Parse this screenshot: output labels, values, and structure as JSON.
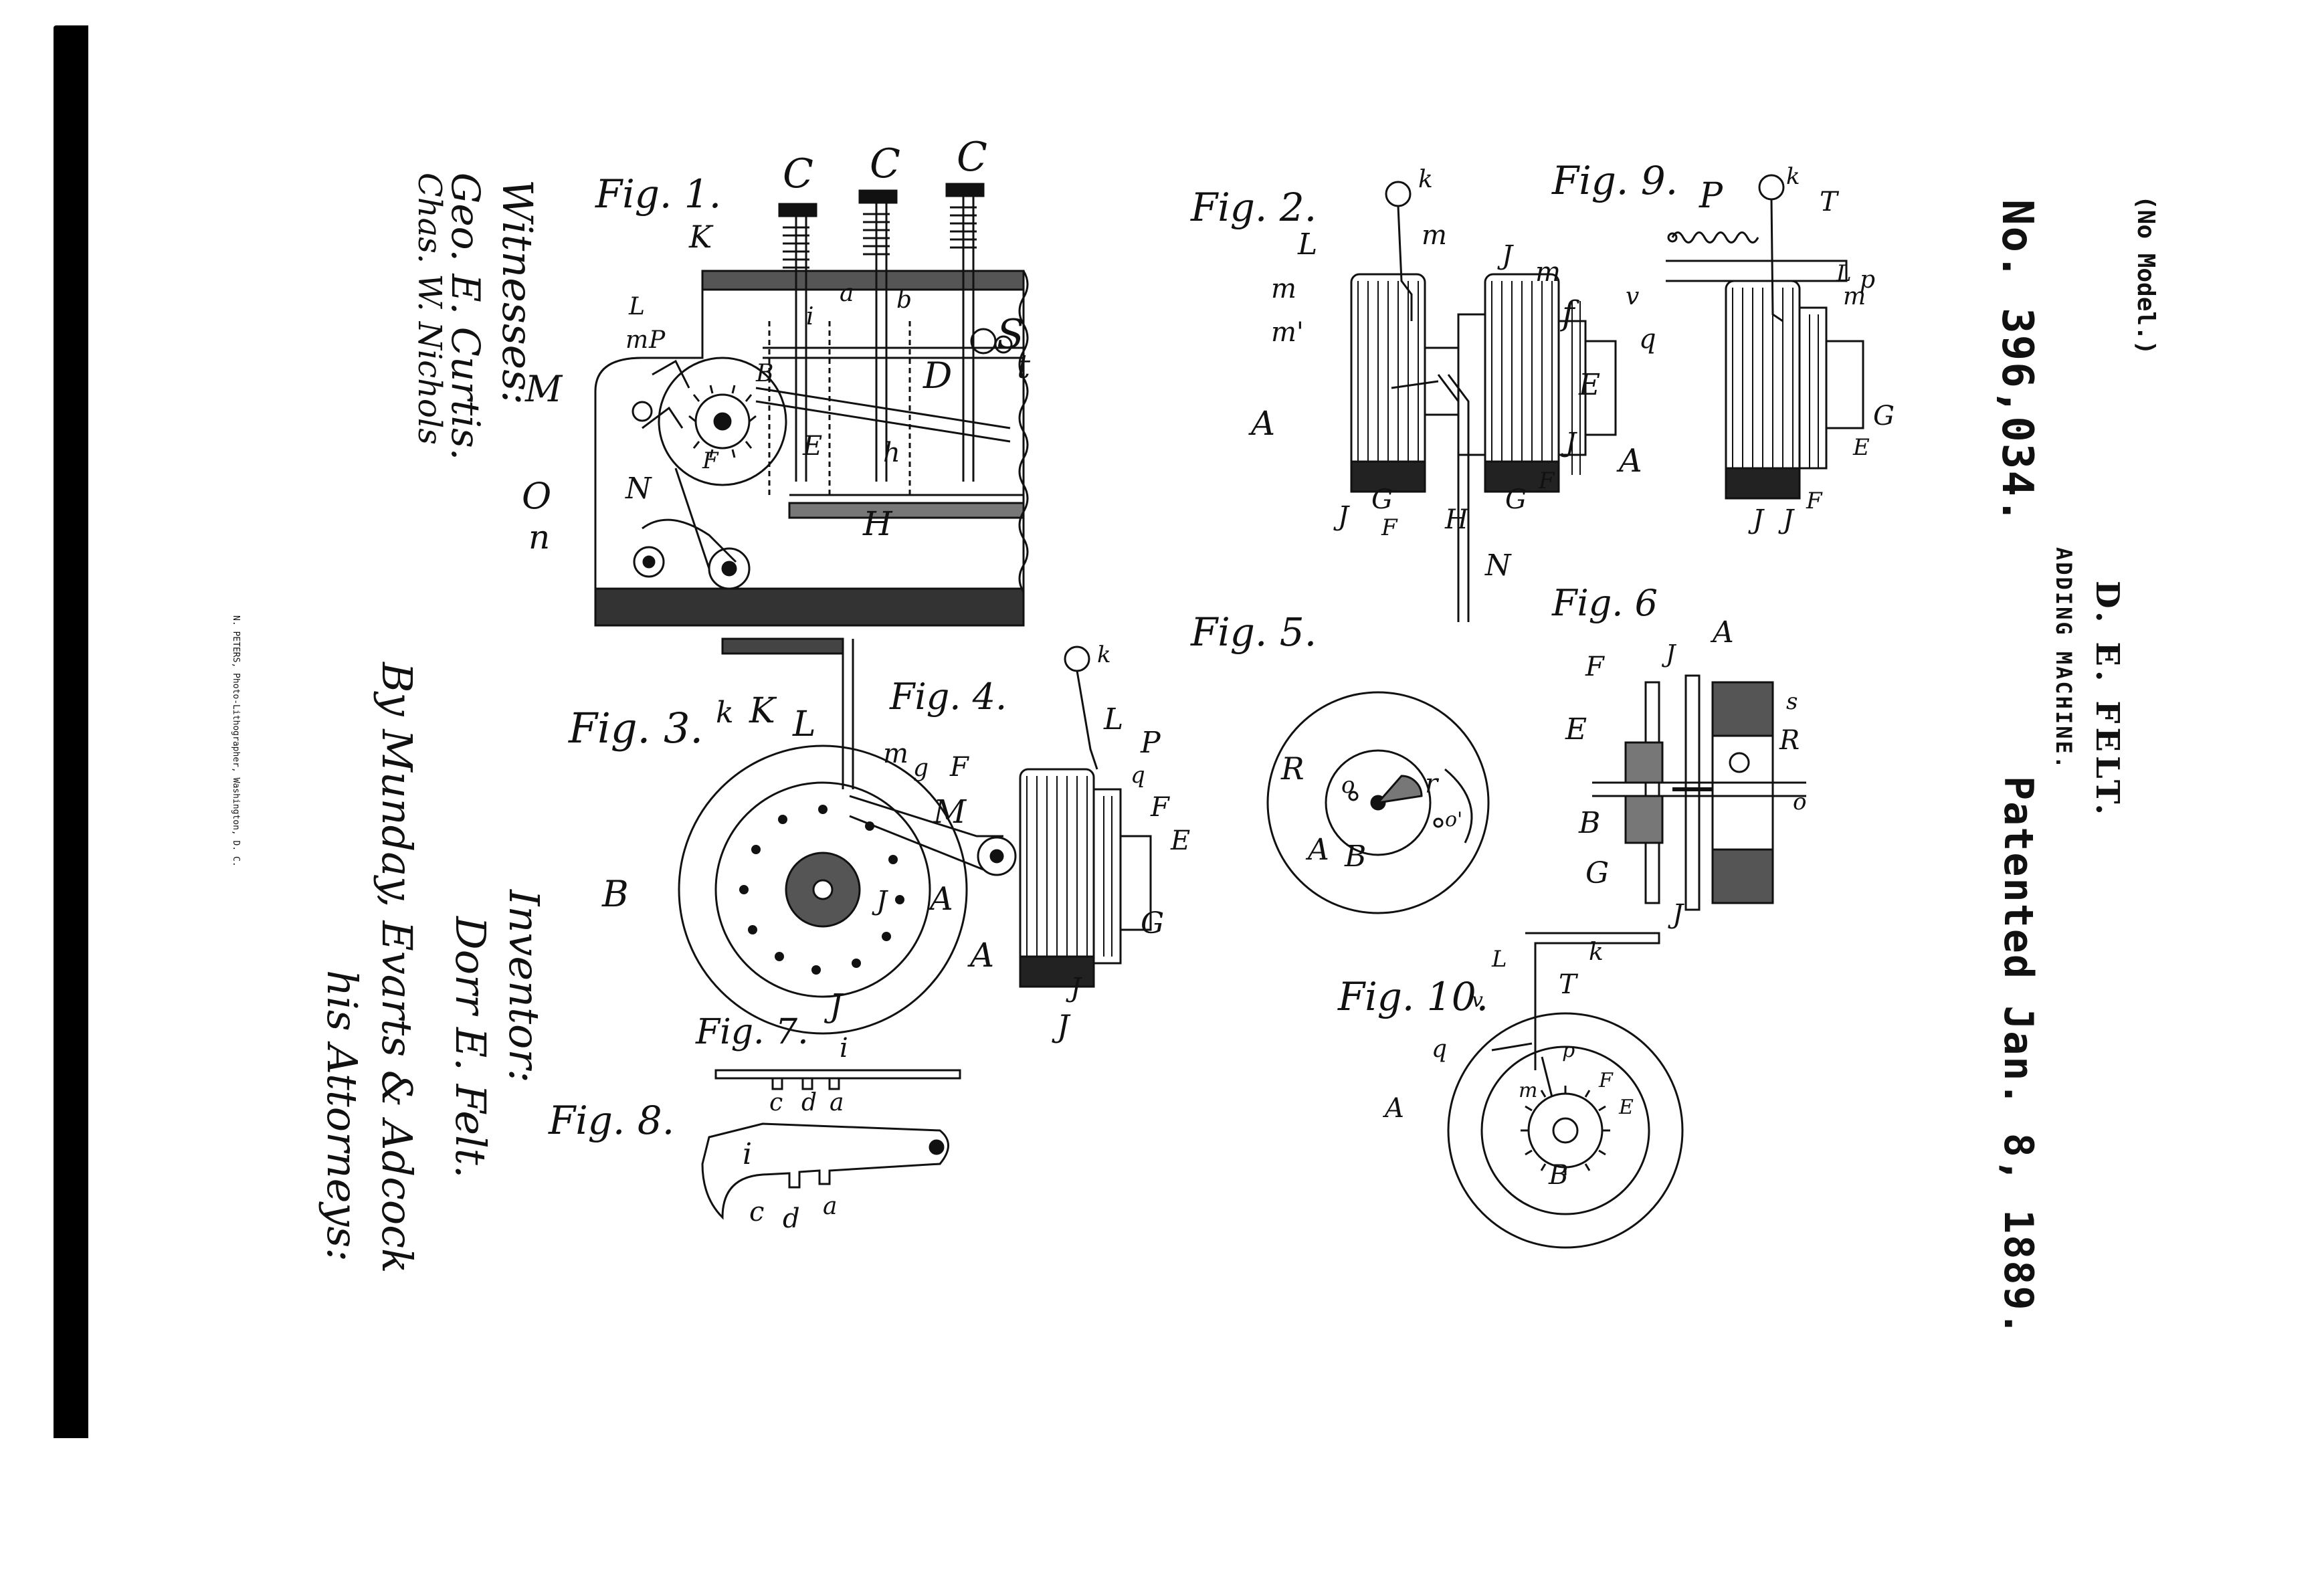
{
  "header": {
    "model_note": "(No Model.)",
    "patent_no": "No. 396,034.",
    "inventor_name": "D. E. FELT.",
    "title": "ADDING MACHINE.",
    "patented": "Patented Jan. 8, 1889."
  },
  "signatures": {
    "witnesses_label": "Witnesses:",
    "witness_1": "Geo. E. Curtis.",
    "witness_2": "Chas. W. Nichols",
    "inventor_label": "Inventor:",
    "inventor_signature": "Dorr E. Felt.",
    "attorneys": "By Munday, Evarts & Adcock",
    "attorneys_label": "his Attorneys:"
  },
  "printer_credit": "N. PETERS, Photo-Lithographer, Washington, D. C.",
  "figures": {
    "fig1": {
      "label": "Fig. 1.",
      "refs": [
        "C",
        "C",
        "C",
        "K",
        "L",
        "a",
        "b",
        "i",
        "m",
        "P",
        "S",
        "t",
        "M",
        "B",
        "D",
        "F",
        "E",
        "h",
        "O",
        "N",
        "n",
        "H"
      ]
    },
    "fig2": {
      "label": "Fig. 2.",
      "refs": [
        "k",
        "L",
        "m",
        "m",
        "m'",
        "J",
        "m",
        "f",
        "E",
        "A",
        "J",
        "J",
        "G",
        "F",
        "H",
        "G",
        "F",
        "N"
      ]
    },
    "fig3": {
      "label": "Fig. 3.",
      "refs": [
        "k",
        "K",
        "L",
        "m",
        "g",
        "F",
        "M",
        "B",
        "J",
        "A",
        "J"
      ]
    },
    "fig4": {
      "label": "Fig. 4.",
      "refs": [
        "k",
        "L",
        "P",
        "q",
        "F",
        "E",
        "A",
        "G",
        "J",
        "J"
      ]
    },
    "fig5": {
      "label": "Fig. 5.",
      "refs": [
        "R",
        "o",
        "r",
        "o'",
        "A",
        "B"
      ]
    },
    "fig6": {
      "label": "Fig. 6",
      "refs": [
        "A",
        "F",
        "J",
        "s",
        "R",
        "E",
        "o",
        "B",
        "G",
        "J"
      ]
    },
    "fig7": {
      "label": "Fig. 7.",
      "refs": [
        "i",
        "c",
        "d",
        "a"
      ]
    },
    "fig8": {
      "label": "Fig. 8.",
      "refs": [
        "i",
        "c",
        "d",
        "a"
      ]
    },
    "fig9": {
      "label": "Fig. 9.",
      "refs": [
        "k",
        "P",
        "T",
        "v",
        "L",
        "p",
        "m",
        "q",
        "A",
        "G",
        "E",
        "J",
        "J",
        "F"
      ]
    },
    "fig10": {
      "label": "Fig. 10.",
      "refs": [
        "L",
        "k",
        "v",
        "T",
        "q",
        "p",
        "m",
        "F",
        "E",
        "A",
        "B"
      ]
    }
  }
}
